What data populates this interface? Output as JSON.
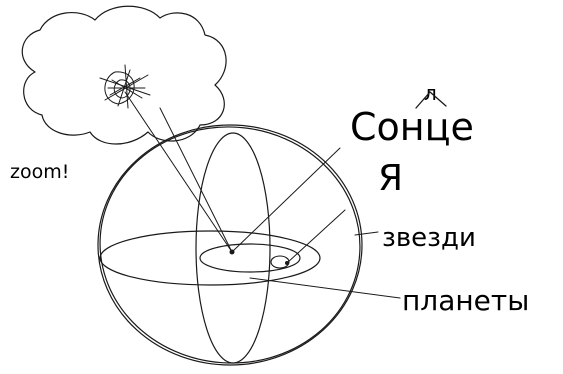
{
  "labels": {
    "zoom": "zoom!",
    "sun": "Сонце",
    "sun_insert": "л",
    "me": "Я",
    "stars": "звезди",
    "planets": "планеты"
  },
  "colors": {
    "ink": "#1a1a1a",
    "background": "#ffffff"
  }
}
